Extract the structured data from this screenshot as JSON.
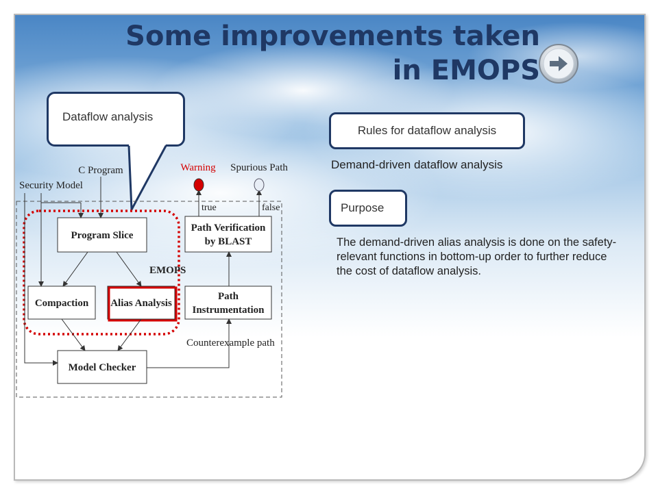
{
  "slide": {
    "title_line1": "Some improvements taken",
    "title_line2": "in EMOPS",
    "callout_label": "Dataflow analysis",
    "rules_label": "Rules for dataflow analysis",
    "demand_label": "Demand-driven dataflow analysis",
    "purpose_label": "Purpose",
    "purpose_text": "The demand-driven alias analysis is done on the safety-relevant functions in bottom-up order to further reduce the cost of dataflow analysis."
  },
  "diagram": {
    "c_program": "C Program",
    "security_model": "Security Model",
    "warning": "Warning",
    "spurious_path": "Spurious Path",
    "true_label": "true",
    "false_label": "false",
    "program_slice": "Program Slice",
    "path_verification_line1": "Path Verification",
    "path_verification_line2": "by BLAST",
    "emops": "EMOPS",
    "compaction": "Compaction",
    "alias_analysis": "Alias Analysis",
    "path_instr_line1": "Path",
    "path_instr_line2": "Instrumentation",
    "counterexample_path": "Counterexample path",
    "model_checker": "Model Checker"
  },
  "colors": {
    "title": "#1f3864",
    "border": "#1f3864",
    "emops_dotted": "#d40000",
    "warning": "#d40000",
    "alias_highlight": "#d40000"
  }
}
